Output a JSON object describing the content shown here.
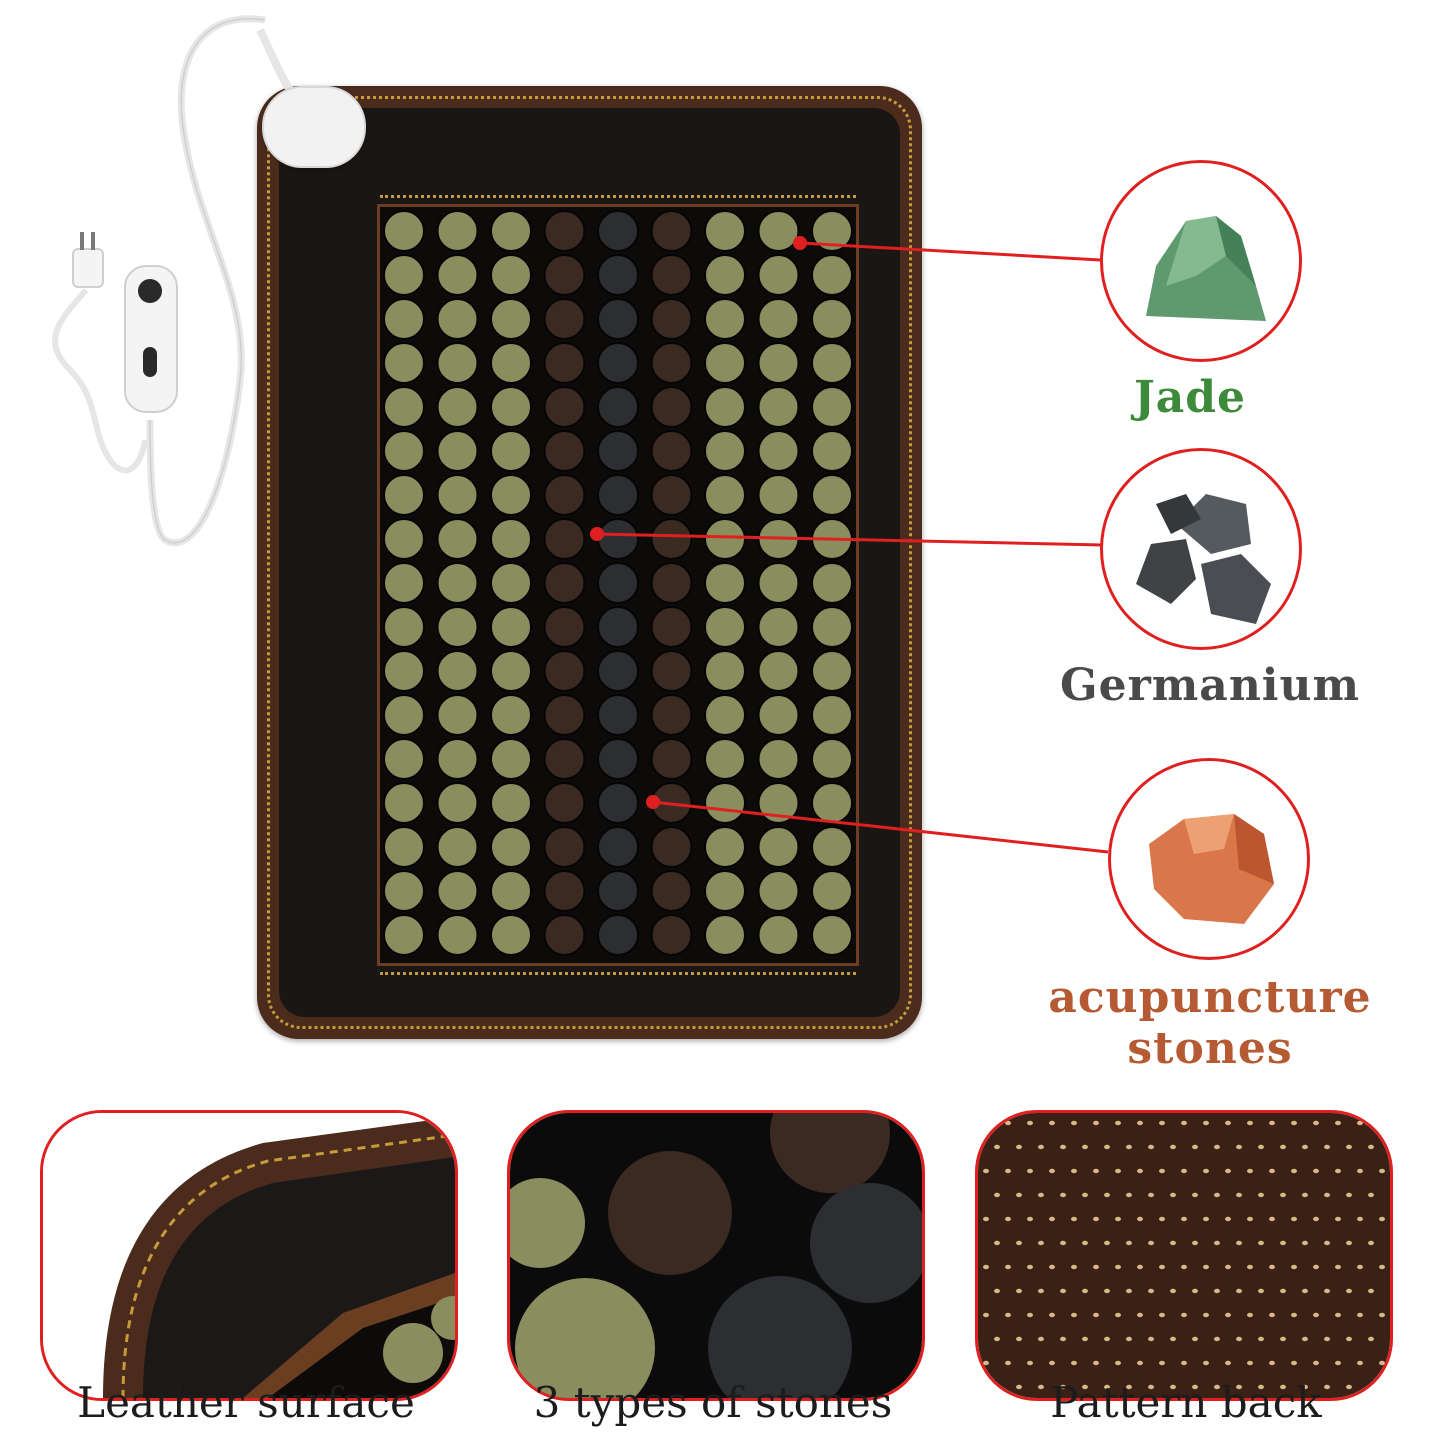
{
  "stones": {
    "jade": {
      "name": "Jade",
      "color": "#3d8a3a"
    },
    "germanium": {
      "name": "Germanium",
      "color": "#4a4a4a"
    },
    "acupuncture": {
      "name": "acupuncture stones",
      "color": "#b55a32"
    }
  },
  "details": {
    "leather": {
      "name": "Leather surface"
    },
    "types": {
      "name": "3 types of stones"
    },
    "back": {
      "name": "Pattern back"
    }
  },
  "colors": {
    "accent": "#e02020",
    "mat_border": "#4a2b1c",
    "stitch": "#c79a3a",
    "jade_stone": "#8a8e5e",
    "tourmaline_stone": "#3b2a22",
    "germanium_stone": "#2c2e32"
  }
}
